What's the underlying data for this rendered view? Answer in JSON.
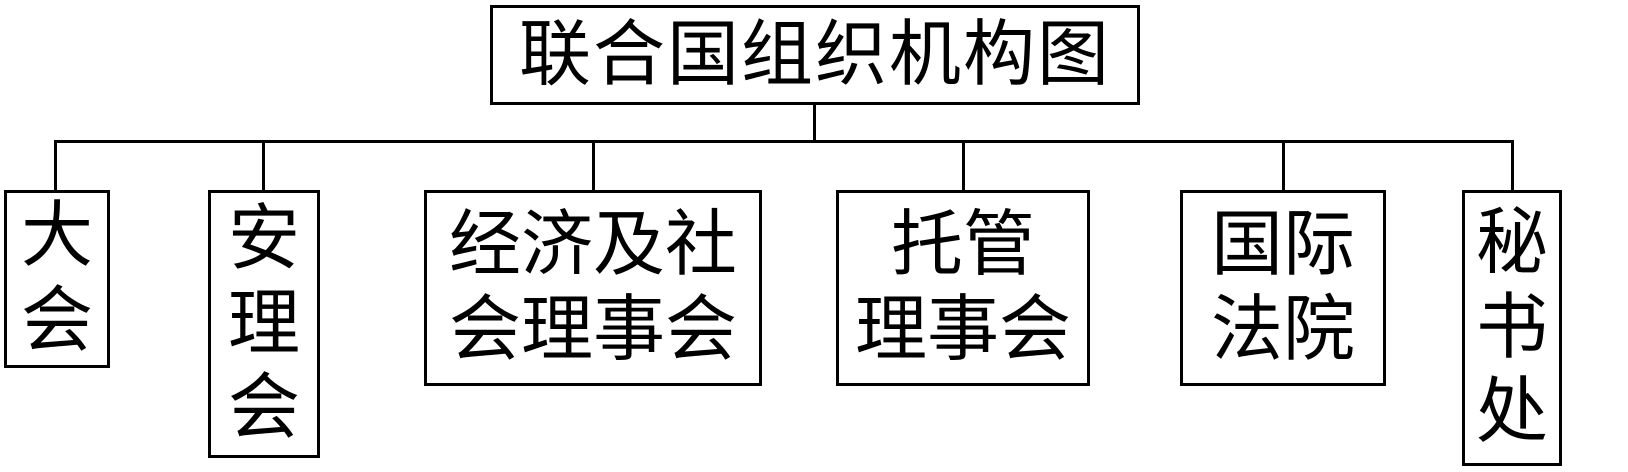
{
  "diagram": {
    "title": "联合国组织机构图",
    "nodes": [
      {
        "id": "general-assembly",
        "label": "大\n会"
      },
      {
        "id": "security-council",
        "label": "安\n理\n会"
      },
      {
        "id": "economic-social-council",
        "label": "经济及社\n会理事会"
      },
      {
        "id": "trusteeship-council",
        "label": "托管\n理事会"
      },
      {
        "id": "intl-court-of-justice",
        "label": "国际\n法院"
      },
      {
        "id": "secretariat",
        "label": "秘\n书\n处"
      }
    ],
    "colors": {
      "line": "#000000",
      "background": "#ffffff",
      "text": "#000000"
    }
  }
}
